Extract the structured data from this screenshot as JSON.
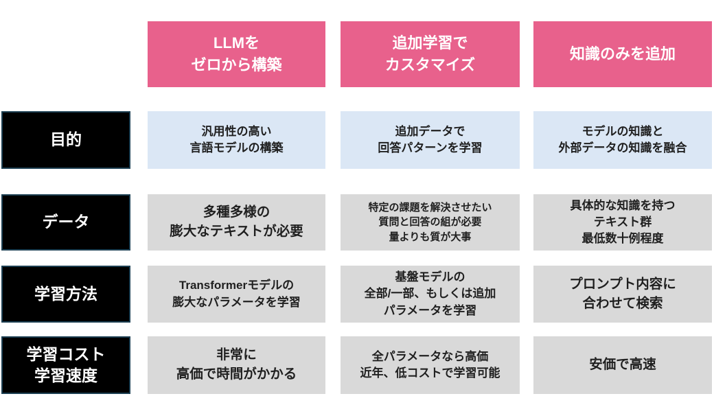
{
  "slide": {
    "description": "Comparison table of three LLM adoption approaches",
    "colors": {
      "header_bg": "#E8618C",
      "header_text": "#ffffff",
      "label_bg": "#000000",
      "label_border": "#1C3F52",
      "label_text": "#ffffff",
      "row_purpose_cell_bg": "#DBE7F5",
      "cell_bg": "#D9D9D9",
      "cell_text": "#1f1f1f",
      "page_bg": "#ffffff"
    }
  },
  "table": {
    "columns": [
      {
        "title": "LLMを\nゼロから構築"
      },
      {
        "title": "追加学習で\nカスタマイズ"
      },
      {
        "title": "知識のみを追加"
      }
    ],
    "rows": [
      {
        "label": "目的",
        "cells": [
          "汎用性の高い\n言語モデルの構築",
          "追加データで\n回答パターンを学習",
          "モデルの知識と\n外部データの知識を融合"
        ]
      },
      {
        "label": "データ",
        "cells": [
          "多種多様の\n膨大なテキストが必要",
          "特定の課題を解決させたい\n質問と回答の組が必要\n量よりも質が大事",
          "具体的な知識を持つ\nテキスト群\n最低数十例程度"
        ]
      },
      {
        "label": "学習方法",
        "cells": [
          "Transformerモデルの\n膨大なパラメータを学習",
          "基盤モデルの\n全部/一部、もしくは追加\nパラメータを学習",
          "プロンプト内容に\n合わせて検索"
        ]
      },
      {
        "label": "学習コスト\n学習速度",
        "cells": [
          "非常に\n高価で時間がかかる",
          "全パラメータなら高価\n近年、低コストで学習可能",
          "安価で高速"
        ]
      }
    ]
  }
}
